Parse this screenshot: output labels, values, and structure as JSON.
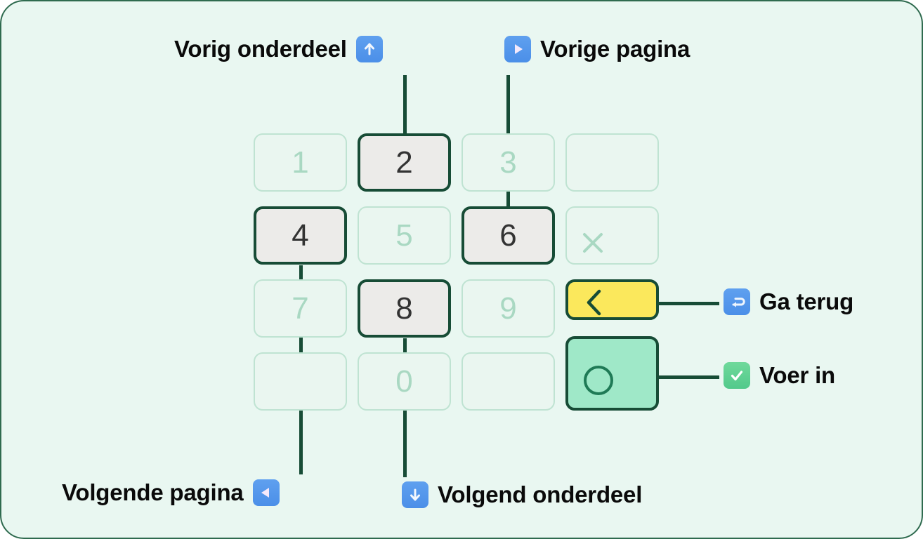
{
  "page": {
    "background_color": "#e9f7f1",
    "border_color": "#2f6b4f"
  },
  "keypad": {
    "highlight_border_color": "#174c36",
    "highlight_fill_color": "#ecebe9",
    "inactive_border_color": "#bfe3d2",
    "back_key_color": "#fbe85c",
    "enter_key_color": "#9fe8c8",
    "keys": [
      {
        "name": "key-1",
        "label": "1",
        "state": "inactive"
      },
      {
        "name": "key-2",
        "label": "2",
        "state": "highlighted"
      },
      {
        "name": "key-3",
        "label": "3",
        "state": "inactive"
      },
      {
        "name": "key-blank-top-right",
        "label": "",
        "state": "inactive"
      },
      {
        "name": "key-4",
        "label": "4",
        "state": "highlighted"
      },
      {
        "name": "key-5",
        "label": "5",
        "state": "inactive"
      },
      {
        "name": "key-6",
        "label": "6",
        "state": "highlighted"
      },
      {
        "name": "key-multiply",
        "label": "",
        "state": "inactive",
        "icon": "multiply-icon"
      },
      {
        "name": "key-7",
        "label": "7",
        "state": "inactive"
      },
      {
        "name": "key-8",
        "label": "8",
        "state": "highlighted"
      },
      {
        "name": "key-9",
        "label": "9",
        "state": "inactive"
      },
      {
        "name": "key-back",
        "label": "",
        "state": "back",
        "icon": "chevron-left-icon"
      },
      {
        "name": "key-blank-bottom-left",
        "label": "",
        "state": "inactive"
      },
      {
        "name": "key-0",
        "label": "0",
        "state": "inactive"
      },
      {
        "name": "key-blank-bottom-middle",
        "label": "",
        "state": "inactive"
      },
      {
        "name": "key-enter",
        "label": "",
        "state": "enter",
        "icon": "circle-icon"
      }
    ]
  },
  "callouts": [
    {
      "id": "prev-item",
      "text": "Vorig onderdeel",
      "icon": "arrow-up-icon",
      "icon_color": "#4b8fe8",
      "icon_side": "right",
      "target_key": "key-2"
    },
    {
      "id": "prev-page",
      "text": "Vorige pagina",
      "icon": "arrow-right-triangle-icon",
      "icon_color": "#4b8fe8",
      "icon_side": "left",
      "target_key": "key-6"
    },
    {
      "id": "go-back",
      "text": "Ga terug",
      "icon": "arrow-hook-left-icon",
      "icon_color": "#4b8fe8",
      "icon_side": "left",
      "target_key": "key-back"
    },
    {
      "id": "enter",
      "text": "Voer in",
      "icon": "check-mark-icon",
      "icon_color": "#52c98b",
      "icon_side": "left",
      "target_key": "key-enter"
    },
    {
      "id": "next-page",
      "text": "Volgende pagina",
      "icon": "arrow-left-triangle-icon",
      "icon_color": "#4b8fe8",
      "icon_side": "right",
      "target_key": "key-4"
    },
    {
      "id": "next-item",
      "text": "Volgend onderdeel",
      "icon": "arrow-down-icon",
      "icon_color": "#4b8fe8",
      "icon_side": "left",
      "target_key": "key-8"
    }
  ]
}
